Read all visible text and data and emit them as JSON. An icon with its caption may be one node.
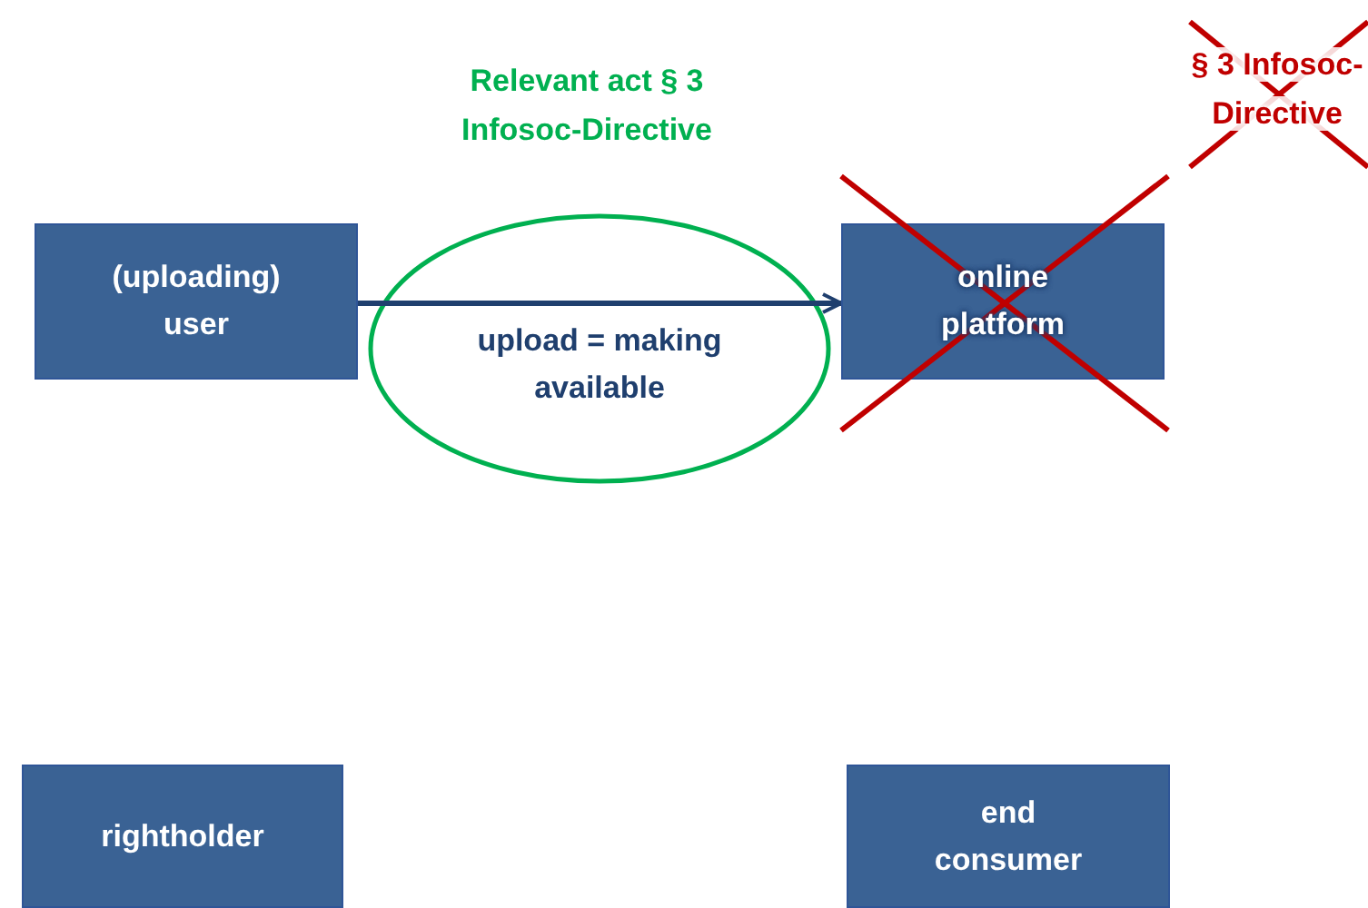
{
  "diagram": {
    "nodes": [
      {
        "text": [
          "(uploading) user"
        ]
      },
      {
        "text": [
          "online platform"
        ]
      },
      {
        "text": [
          "rightholder"
        ]
      },
      {
        "text": [
          "end consumer"
        ]
      }
    ],
    "edges": [
      {
        "from": 0,
        "to": 1,
        "arrow": "to",
        "label": "upload = making available"
      }
    ],
    "labels": [
      "Relevant act § 3 Infosoc-Directive",
      "§ 3 Infosoc-Directive"
    ]
  }
}
